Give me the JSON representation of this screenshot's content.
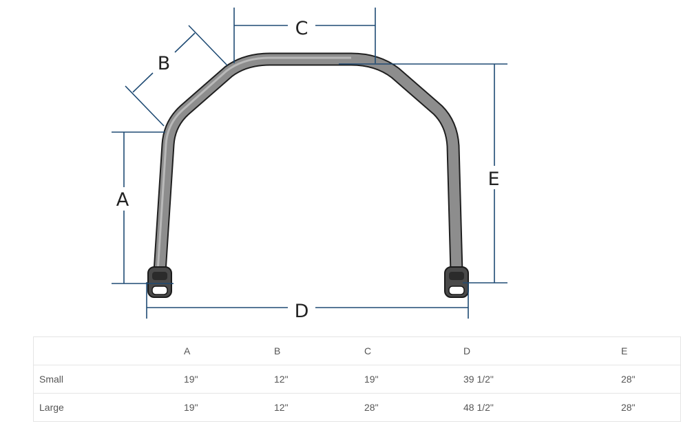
{
  "diagram": {
    "labels": {
      "a": "A",
      "b": "B",
      "c": "C",
      "d": "D",
      "e": "E"
    },
    "colors": {
      "dimension_line": "#1e4a73",
      "tube": "#8d8d8d",
      "tube_outline": "#1f1f1f",
      "foot": "#4a4a4a"
    }
  },
  "table": {
    "headers": [
      "",
      "A",
      "B",
      "C",
      "D",
      "E"
    ],
    "rows": [
      {
        "name": "Small",
        "cells": [
          "19\"",
          "12\"",
          "19\"",
          "39 1/2\"",
          "28\""
        ]
      },
      {
        "name": "Large",
        "cells": [
          "19\"",
          "12\"",
          "28\"",
          "48 1/2\"",
          "28\""
        ]
      }
    ]
  }
}
